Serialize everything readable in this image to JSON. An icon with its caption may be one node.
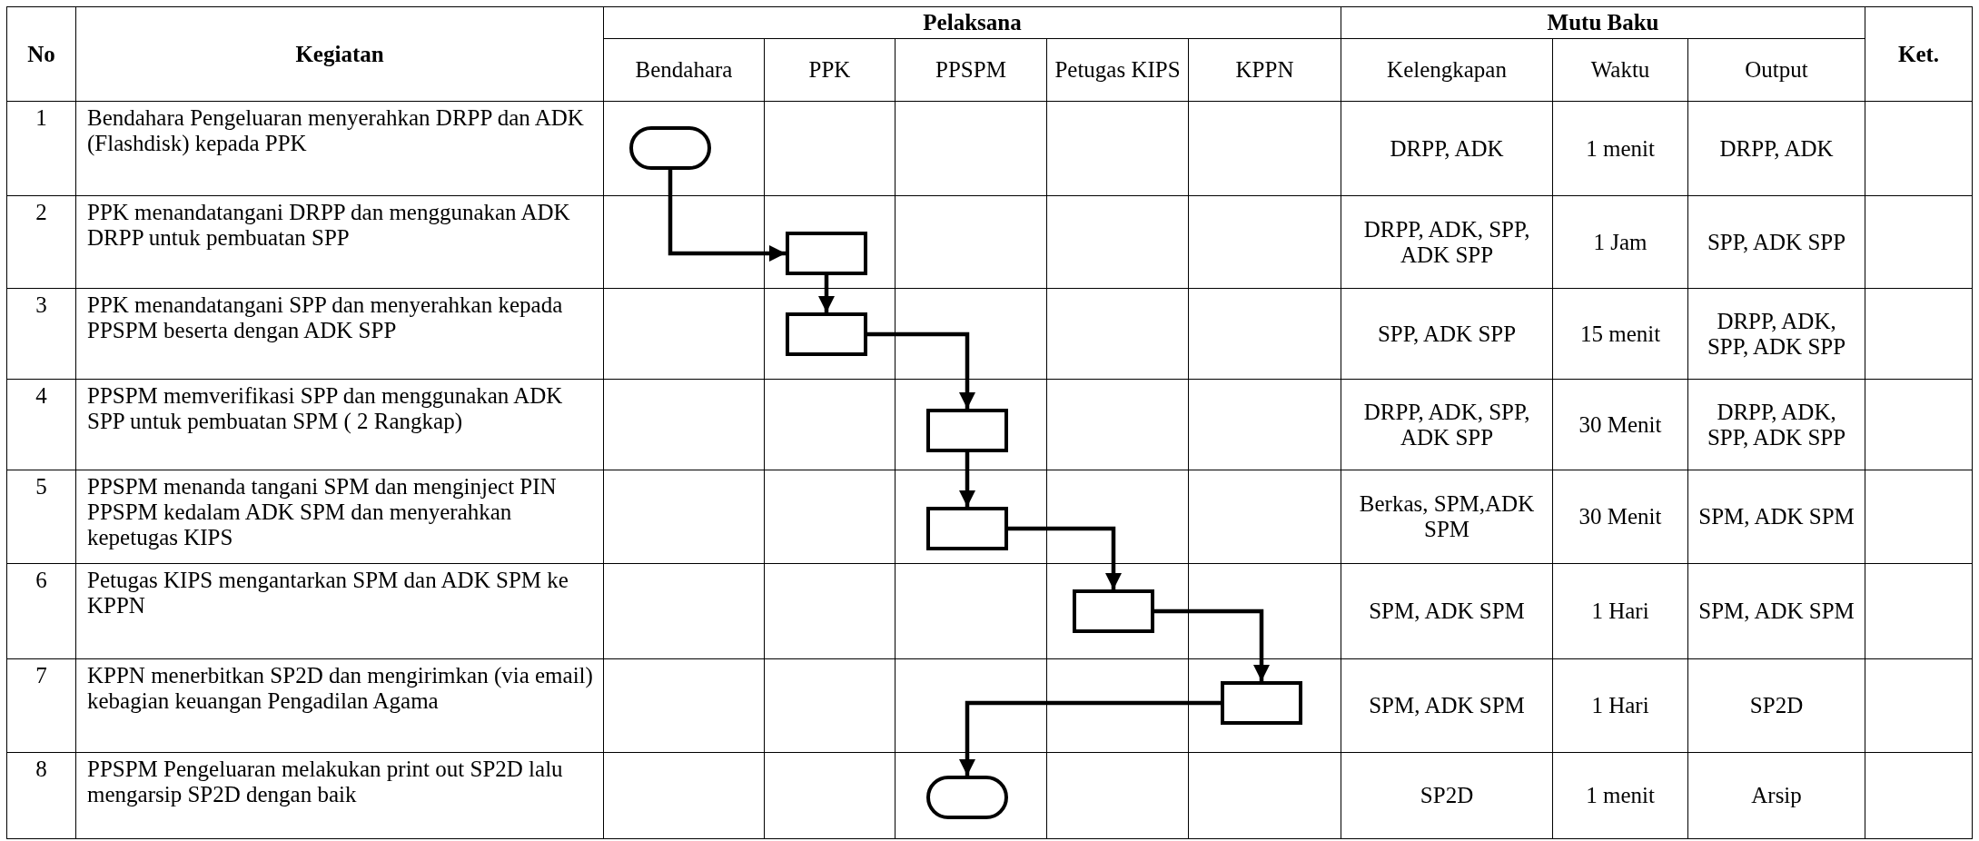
{
  "diagram": {
    "nodes": [
      {
        "text": [],
        "shape": "terminator"
      },
      {
        "text": [],
        "shape": "box"
      },
      {
        "text": [],
        "shape": "box"
      },
      {
        "text": [],
        "shape": "box"
      },
      {
        "text": [],
        "shape": "box"
      },
      {
        "text": [],
        "shape": "box"
      },
      {
        "text": [],
        "shape": "box"
      },
      {
        "text": [],
        "shape": "terminator"
      }
    ],
    "edges": [
      {
        "from": 0,
        "to": 1,
        "arrow": "to"
      },
      {
        "from": 1,
        "to": 2,
        "arrow": "to"
      },
      {
        "from": 2,
        "to": 3,
        "arrow": "to"
      },
      {
        "from": 3,
        "to": 4,
        "arrow": "to"
      },
      {
        "from": 4,
        "to": 5,
        "arrow": "to"
      },
      {
        "from": 5,
        "to": 6,
        "arrow": "to"
      },
      {
        "from": 6,
        "to": 7,
        "arrow": "to"
      }
    ],
    "labels": [
      "No",
      "Kegiatan",
      "Pelaksana",
      "Mutu Baku",
      "Ket.",
      "Bendahara",
      "PPK",
      "PPSPM",
      "Petugas KIPS",
      "KPPN",
      "Kelengkapan",
      "Waktu",
      "Output",
      "1",
      "Bendahara Pengeluaran menyerahkan DRPP dan ADK (Flashdisk) kepada PPK",
      "DRPP, ADK",
      "1 menit",
      "DRPP, ADK",
      "2",
      "PPK menandatangani DRPP dan menggunakan ADK DRPP untuk pembuatan SPP",
      "DRPP, ADK, SPP, ADK SPP",
      "1 Jam",
      "SPP, ADK SPP",
      "3",
      "PPK menandatangani SPP dan menyerahkan kepada PPSPM beserta dengan ADK SPP",
      "SPP, ADK SPP",
      "15 menit",
      "DRPP, ADK, SPP, ADK SPP",
      "4",
      "PPSPM memverifikasi SPP dan menggunakan ADK SPP untuk pembuatan SPM ( 2 Rangkap)",
      "DRPP, ADK, SPP, ADK SPP",
      "30 Menit",
      "DRPP, ADK, SPP, ADK SPP",
      "5",
      "PPSPM menanda tangani SPM dan menginject PIN PPSPM kedalam ADK SPM dan menyerahkan kepetugas KIPS",
      "Berkas, SPM,ADK SPM",
      "30 Menit",
      "SPM, ADK SPM",
      "6",
      "Petugas KIPS mengantarkan SPM dan ADK SPM ke KPPN",
      "SPM, ADK SPM",
      "1 Hari",
      "SPM, ADK SPM",
      "7",
      "KPPN menerbitkan SP2D dan mengirimkan (via email) kebagian keuangan Pengadilan Agama",
      "SPM, ADK SPM",
      "1 Hari",
      "SP2D",
      "8",
      "PPSPM Pengeluaran melakukan print out SP2D lalu mengarsip SP2D dengan baik",
      "SP2D",
      "1 menit",
      "Arsip"
    ]
  }
}
